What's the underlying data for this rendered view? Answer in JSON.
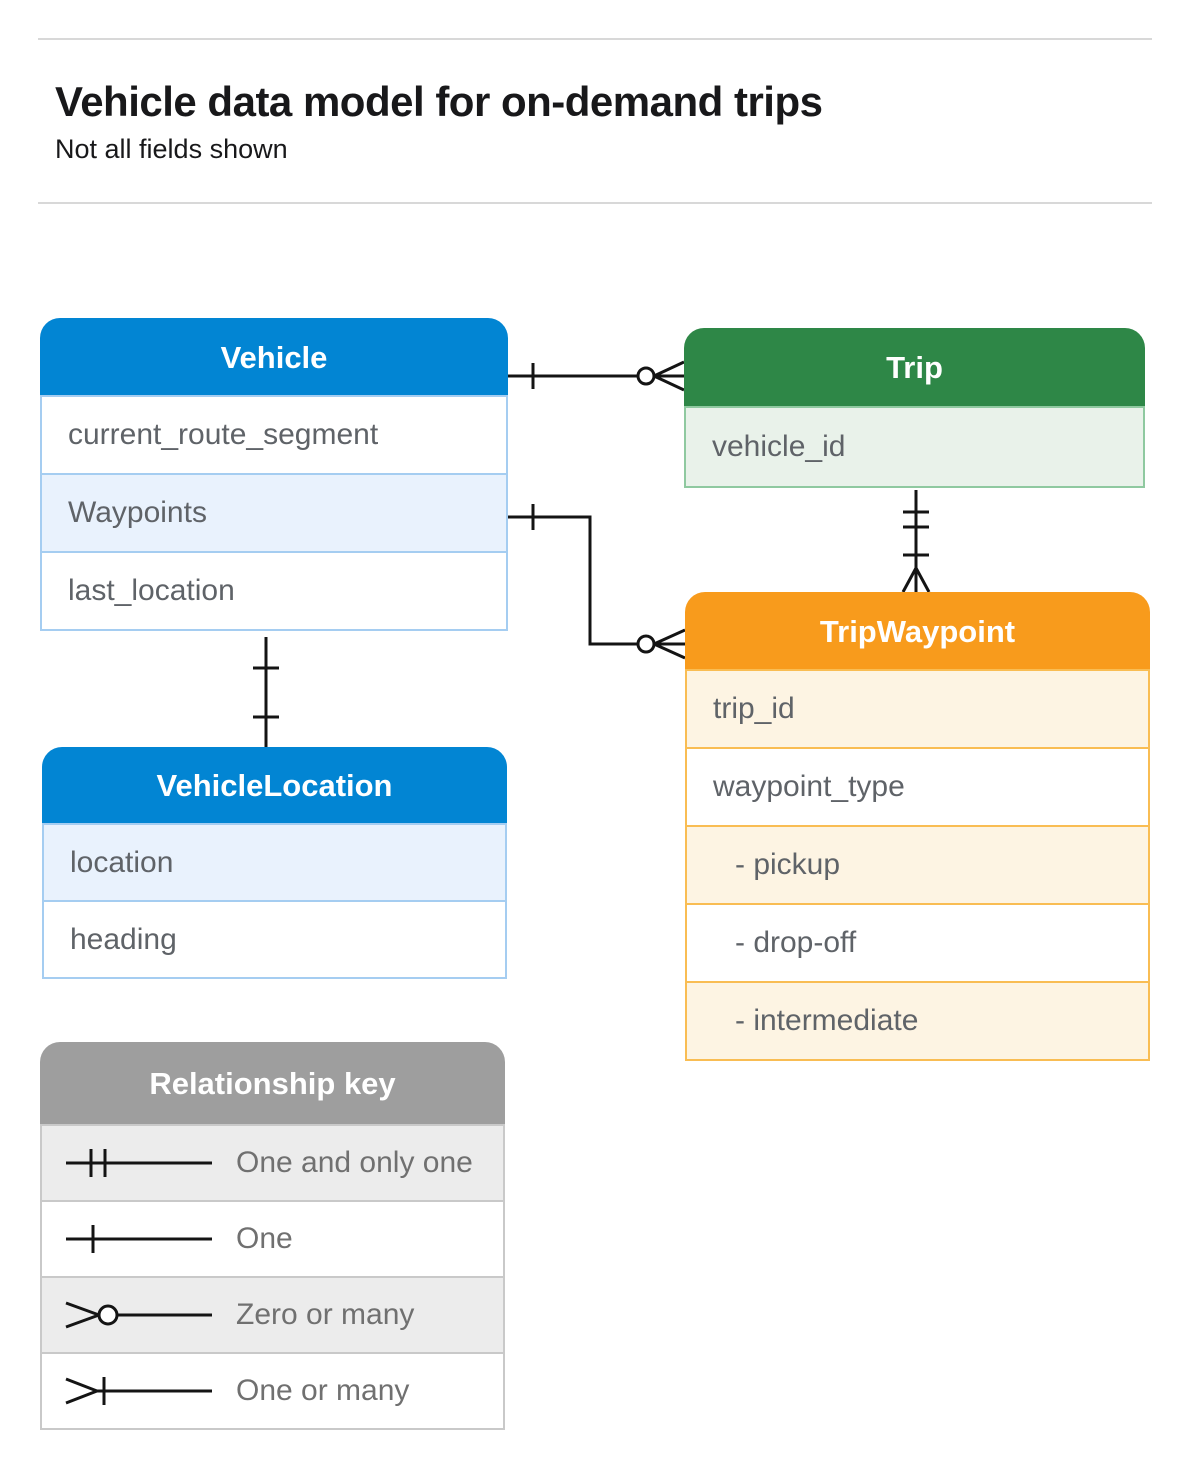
{
  "page": {
    "title": "Vehicle data model for on-demand trips",
    "subtitle": "Not all fields shown"
  },
  "entities": {
    "vehicle": {
      "title": "Vehicle",
      "rows": [
        "current_route_segment",
        "Waypoints",
        "last_location"
      ]
    },
    "trip": {
      "title": "Trip",
      "rows": [
        "vehicle_id"
      ]
    },
    "trip_waypoint": {
      "title": "TripWaypoint",
      "rows": [
        "trip_id",
        "waypoint_type",
        "- pickup",
        "- drop-off",
        "- intermediate"
      ]
    },
    "vehicle_location": {
      "title": "VehicleLocation",
      "rows": [
        "location",
        "heading"
      ]
    }
  },
  "legend": {
    "title": "Relationship key",
    "items": [
      {
        "symbol": "one-and-only-one-symbol",
        "label": "One and only one"
      },
      {
        "symbol": "one-symbol",
        "label": "One"
      },
      {
        "symbol": "zero-or-many-symbol",
        "label": "Zero or many"
      },
      {
        "symbol": "one-or-many-symbol",
        "label": "One or many"
      }
    ]
  },
  "relationships": [
    {
      "from": "Vehicle",
      "to": "Trip",
      "from_cardinality": "one",
      "to_cardinality": "zero-or-many"
    },
    {
      "from": "Vehicle.Waypoints",
      "to": "TripWaypoint",
      "from_cardinality": "one",
      "to_cardinality": "zero-or-many"
    },
    {
      "from": "Trip",
      "to": "TripWaypoint",
      "from_cardinality": "one-and-only-one",
      "to_cardinality": "one-or-many"
    },
    {
      "from": "Vehicle",
      "to": "VehicleLocation",
      "from_cardinality": "one",
      "to_cardinality": "one"
    }
  ],
  "colors": {
    "c-blue": "#0285d3",
    "c-green": "#2e8747",
    "c-orange": "#f89b1c",
    "c-gray": "#9e9e9e"
  }
}
